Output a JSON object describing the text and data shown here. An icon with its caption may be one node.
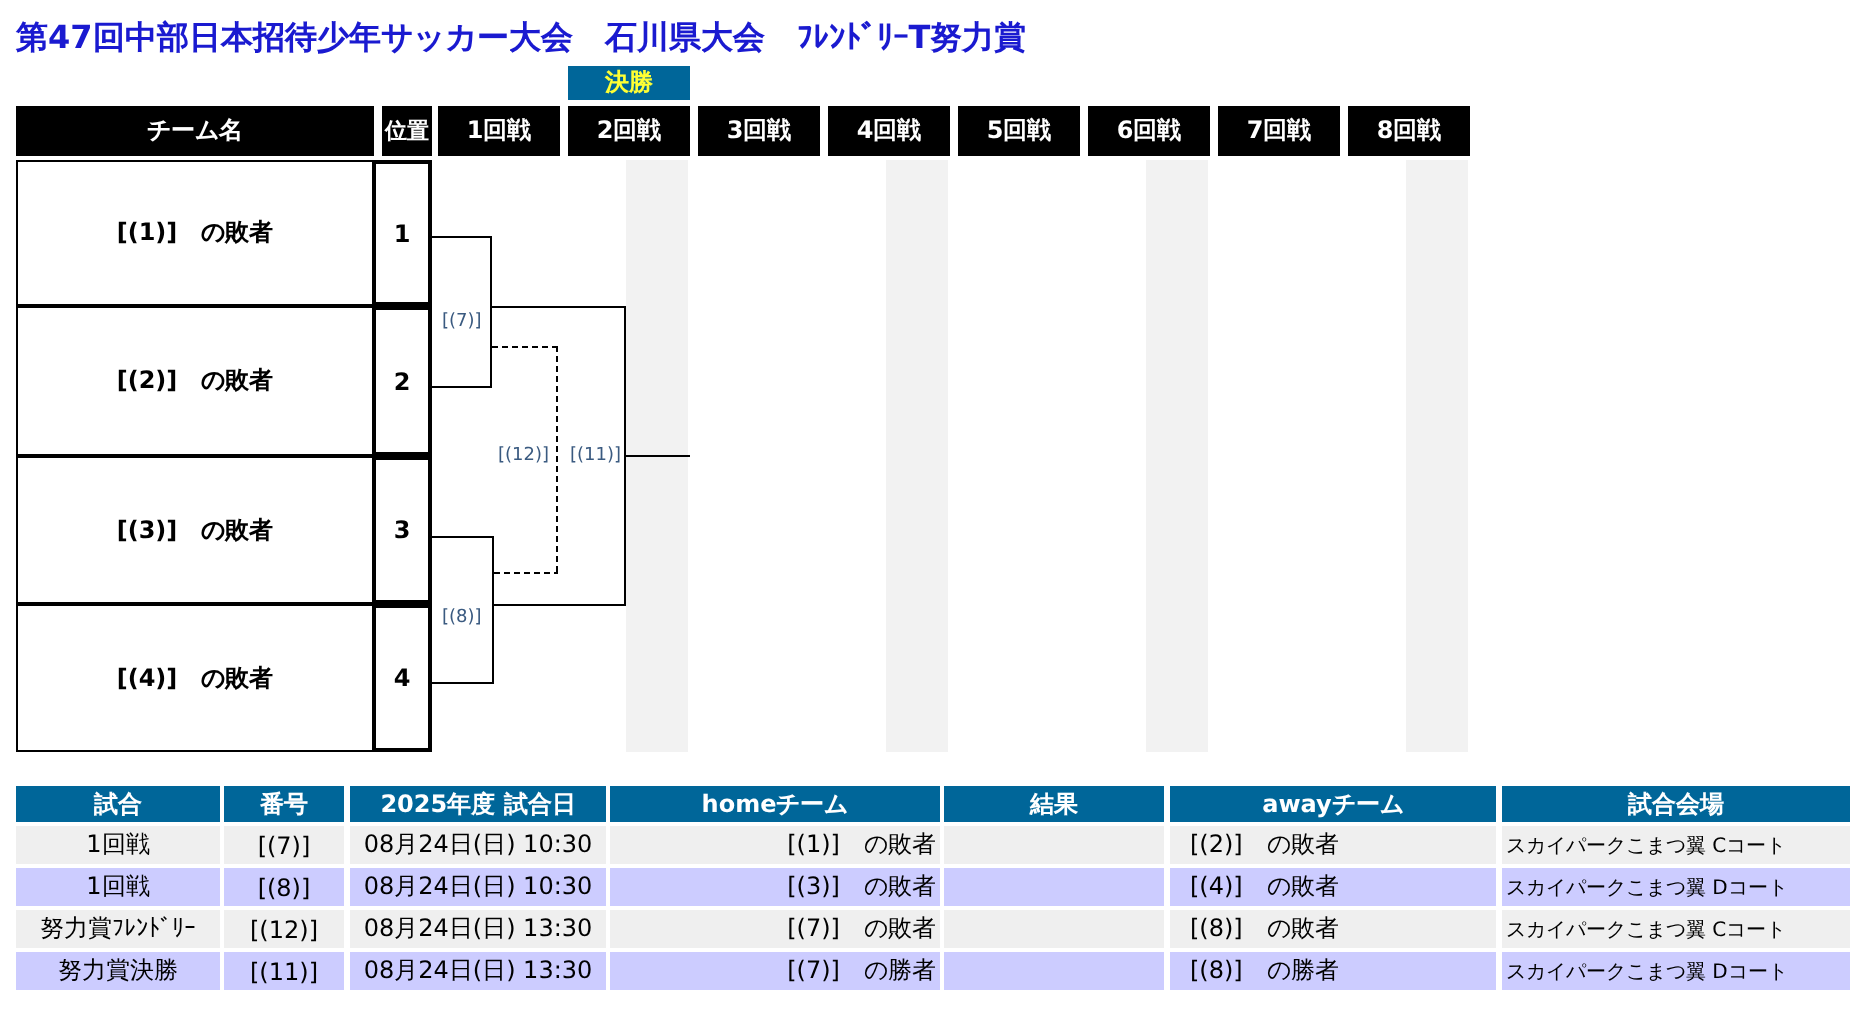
{
  "diagram": {
    "title": "第47回中部日本招待少年サッカー大会　石川県大会　ﾌﾚﾝﾄﾞﾘｰT努力賞",
    "nodes": [
      {
        "text": [
          "[(1)]　の敗者"
        ]
      },
      {
        "text": [
          "[(2)]　の敗者"
        ]
      },
      {
        "text": [
          "[(3)]　の敗者"
        ]
      },
      {
        "text": [
          "[(4)]　の敗者"
        ]
      },
      {
        "text": [
          "1"
        ]
      },
      {
        "text": [
          "2"
        ]
      },
      {
        "text": [
          "3"
        ]
      },
      {
        "text": [
          "4"
        ]
      },
      {
        "text": [
          "[(7)]"
        ]
      },
      {
        "text": [
          "[(8)]"
        ]
      },
      {
        "text": [
          "[(12)]"
        ]
      },
      {
        "text": [
          "[(11)]"
        ]
      }
    ],
    "edges": [
      {
        "from": 4,
        "to": 8,
        "arrow": "none"
      },
      {
        "from": 5,
        "to": 8,
        "arrow": "none"
      },
      {
        "from": 6,
        "to": 9,
        "arrow": "none"
      },
      {
        "from": 7,
        "to": 9,
        "arrow": "none"
      },
      {
        "from": 8,
        "to": 10,
        "arrow": "none",
        "style": "dashed"
      },
      {
        "from": 9,
        "to": 10,
        "arrow": "none",
        "style": "dashed"
      },
      {
        "from": 8,
        "to": 11,
        "arrow": "none"
      },
      {
        "from": 9,
        "to": 11,
        "arrow": "none"
      },
      {
        "from": 11,
        "to": null,
        "arrow": "none"
      }
    ],
    "labels": [
      "決勝",
      "チーム名",
      "位置",
      "1回戦",
      "2回戦",
      "3回戦",
      "4回戦",
      "5回戦",
      "6回戦",
      "7回戦",
      "8回戦",
      "試合",
      "番号",
      "2025年度 試合日",
      "homeチーム",
      "結果",
      "awayチーム",
      "試合会場",
      "1回戦",
      "[(7)]",
      "08月24日(日) 10:30",
      "[(1)]　の敗者",
      "[(2)]　の敗者",
      "スカイパークこまつ翼 Cコート",
      "1回戦",
      "[(8)]",
      "08月24日(日) 10:30",
      "[(3)]　の敗者",
      "[(4)]　の敗者",
      "スカイパークこまつ翼 Dコート",
      "努力賞ﾌﾚﾝﾄﾞﾘｰ",
      "[(12)]",
      "08月24日(日) 13:30",
      "[(7)]　の敗者",
      "[(8)]　の敗者",
      "スカイパークこまつ翼 Cコート",
      "努力賞決勝",
      "[(11)]",
      "08月24日(日) 13:30",
      "[(7)]　の勝者",
      "[(8)]　の勝者",
      "スカイパークこまつ翼 Dコート"
    ]
  }
}
